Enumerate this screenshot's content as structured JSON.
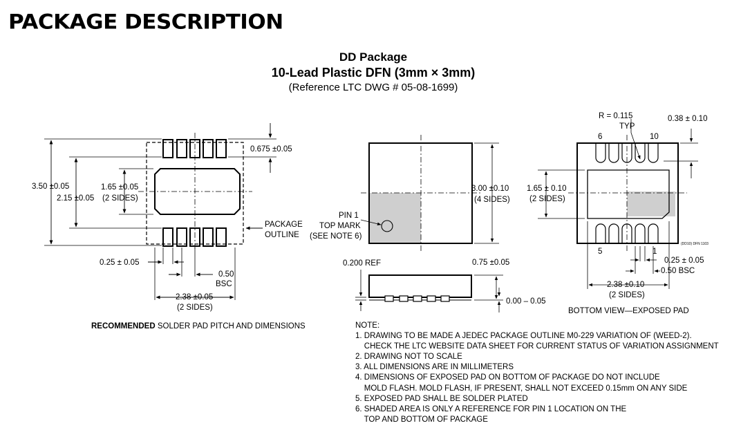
{
  "header": {
    "title": "PACKAGE DESCRIPTION"
  },
  "package": {
    "name": "DD Package",
    "description": "10-Lead Plastic DFN (3mm × 3mm)",
    "reference": "(Reference LTC DWG # 05-08-1699)"
  },
  "left_view": {
    "dim_width_total": "3.50 ±0.05",
    "dim_width_inner": "2.15 ±0.05",
    "dim_pad_height": "1.65 ±0.05",
    "dim_pad_height_note": "(2 SIDES)",
    "dim_pad_length": "0.675 ±0.05",
    "package_outline_line1": "PACKAGE",
    "package_outline_line2": "OUTLINE",
    "dim_pad_width": "0.25 ± 0.05",
    "dim_pitch": "0.50",
    "dim_pitch_note": "BSC",
    "dim_span": "2.38 ±0.05",
    "dim_span_note": "(2 SIDES)",
    "caption_bold": "RECOMMENDED",
    "caption_rest": " SOLDER PAD PITCH AND DIMENSIONS"
  },
  "top_view": {
    "dim_size": "3.00 ±0.10",
    "dim_size_note": "(4 SIDES)",
    "pin1_line1": "PIN 1",
    "pin1_line2": "TOP MARK",
    "pin1_line3": "(SEE NOTE 6)"
  },
  "side_view": {
    "dim_ref": "0.200 REF",
    "dim_height": "0.75 ±0.05",
    "dim_standoff": "0.00 – 0.05"
  },
  "bottom_view": {
    "radius": "R = 0.115",
    "radius_note": "TYP",
    "pin_6": "6",
    "pin_10": "10",
    "pin_5": "5",
    "pin_1": "1",
    "dim_lead_length": "0.38 ± 0.10",
    "dim_pad_height": "1.65 ± 0.10",
    "dim_pad_height_note": "(2 SIDES)",
    "drawing_code": "(DD10) DFN 1103",
    "dim_lead_width": "0.25 ± 0.05",
    "dim_pitch": "0.50 BSC",
    "dim_span": "2.38 ±0.10",
    "dim_span_note": "(2 SIDES)",
    "caption": "BOTTOM VIEW—EXPOSED PAD"
  },
  "notes": {
    "title": "NOTE:",
    "lines": [
      "1. DRAWING TO BE MADE A JEDEC PACKAGE OUTLINE M0-229 VARIATION OF (WEED-2).",
      "    CHECK THE LTC WEBSITE DATA SHEET FOR CURRENT STATUS OF VARIATION ASSIGNMENT",
      "2. DRAWING NOT TO SCALE",
      "3. ALL DIMENSIONS ARE IN MILLIMETERS",
      "4. DIMENSIONS OF EXPOSED PAD ON BOTTOM OF PACKAGE DO NOT INCLUDE",
      "    MOLD FLASH. MOLD FLASH, IF PRESENT, SHALL NOT EXCEED 0.15mm ON ANY SIDE",
      "5. EXPOSED PAD SHALL BE SOLDER PLATED",
      "6. SHADED AREA IS ONLY A REFERENCE FOR PIN 1 LOCATION ON THE",
      "    TOP AND BOTTOM OF PACKAGE"
    ]
  },
  "colors": {
    "shade": "#cfcfcf",
    "ink": "#000000"
  }
}
